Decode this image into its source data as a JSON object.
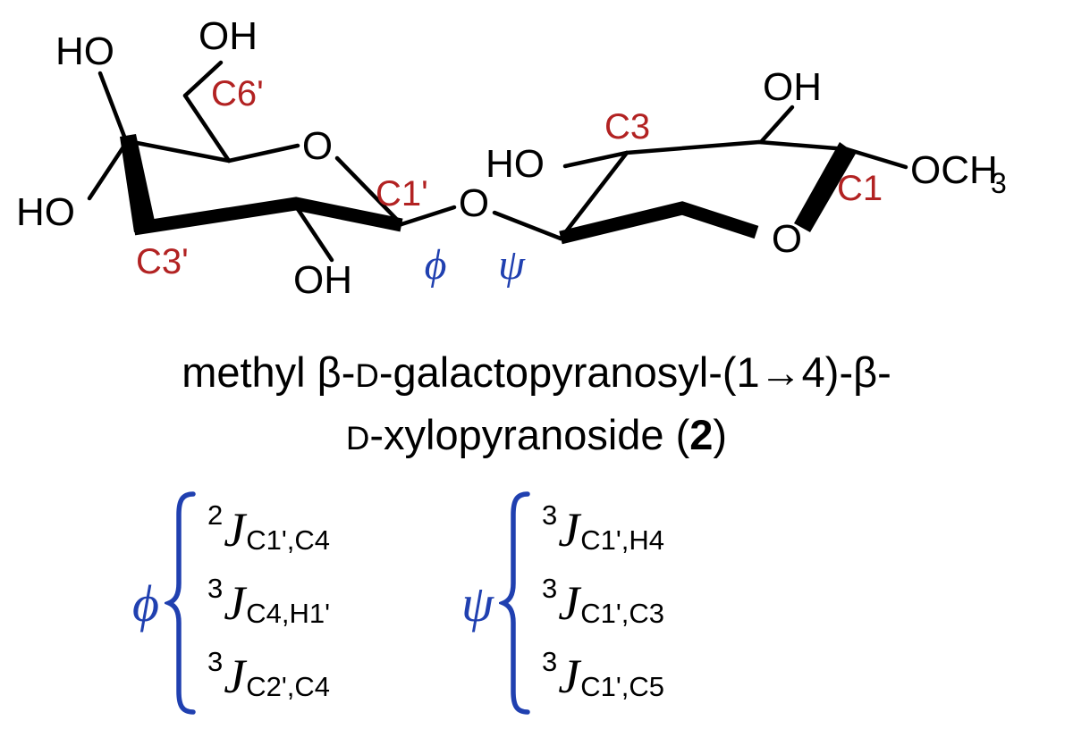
{
  "figure": {
    "structure_labels": {
      "ho_topleft": "HO",
      "oh_top": "OH",
      "c6p": "C6'",
      "ring_o_left": "O",
      "c1p": "C1'",
      "ho_left": "HO",
      "c3p": "C3'",
      "oh_bottom": "OH",
      "glyc_o": "O",
      "phi": "ϕ",
      "psi": "ψ",
      "ho_right": "HO",
      "c3": "C3",
      "oh_topright": "OH",
      "c1": "C1",
      "och_main": "OCH",
      "och_sub": "3",
      "ring_o_right": "O"
    },
    "caption": {
      "line1_pre": "methyl β-",
      "line1_d": "D",
      "line1_post": "-galactopyranosyl-(1→4)-β-",
      "line2_d": "D",
      "line2_mid": "-xylopyranoside (",
      "line2_bold": "2",
      "line2_close": ")"
    },
    "couplings": {
      "phi_symbol": "ϕ",
      "psi_symbol": "ψ",
      "phi_list": [
        {
          "sup": "2",
          "j": "J",
          "sub": "C1',C4"
        },
        {
          "sup": "3",
          "j": "J",
          "sub": "C4,H1'"
        },
        {
          "sup": "3",
          "j": "J",
          "sub": "C2',C4"
        }
      ],
      "psi_list": [
        {
          "sup": "3",
          "j": "J",
          "sub": "C1',H4"
        },
        {
          "sup": "3",
          "j": "J",
          "sub": "C1',C3"
        },
        {
          "sup": "3",
          "j": "J",
          "sub": "C1',C5"
        }
      ]
    },
    "colors": {
      "carbon_label": "#b22222",
      "torsion": "#2040b0",
      "bond": "#000000"
    }
  }
}
